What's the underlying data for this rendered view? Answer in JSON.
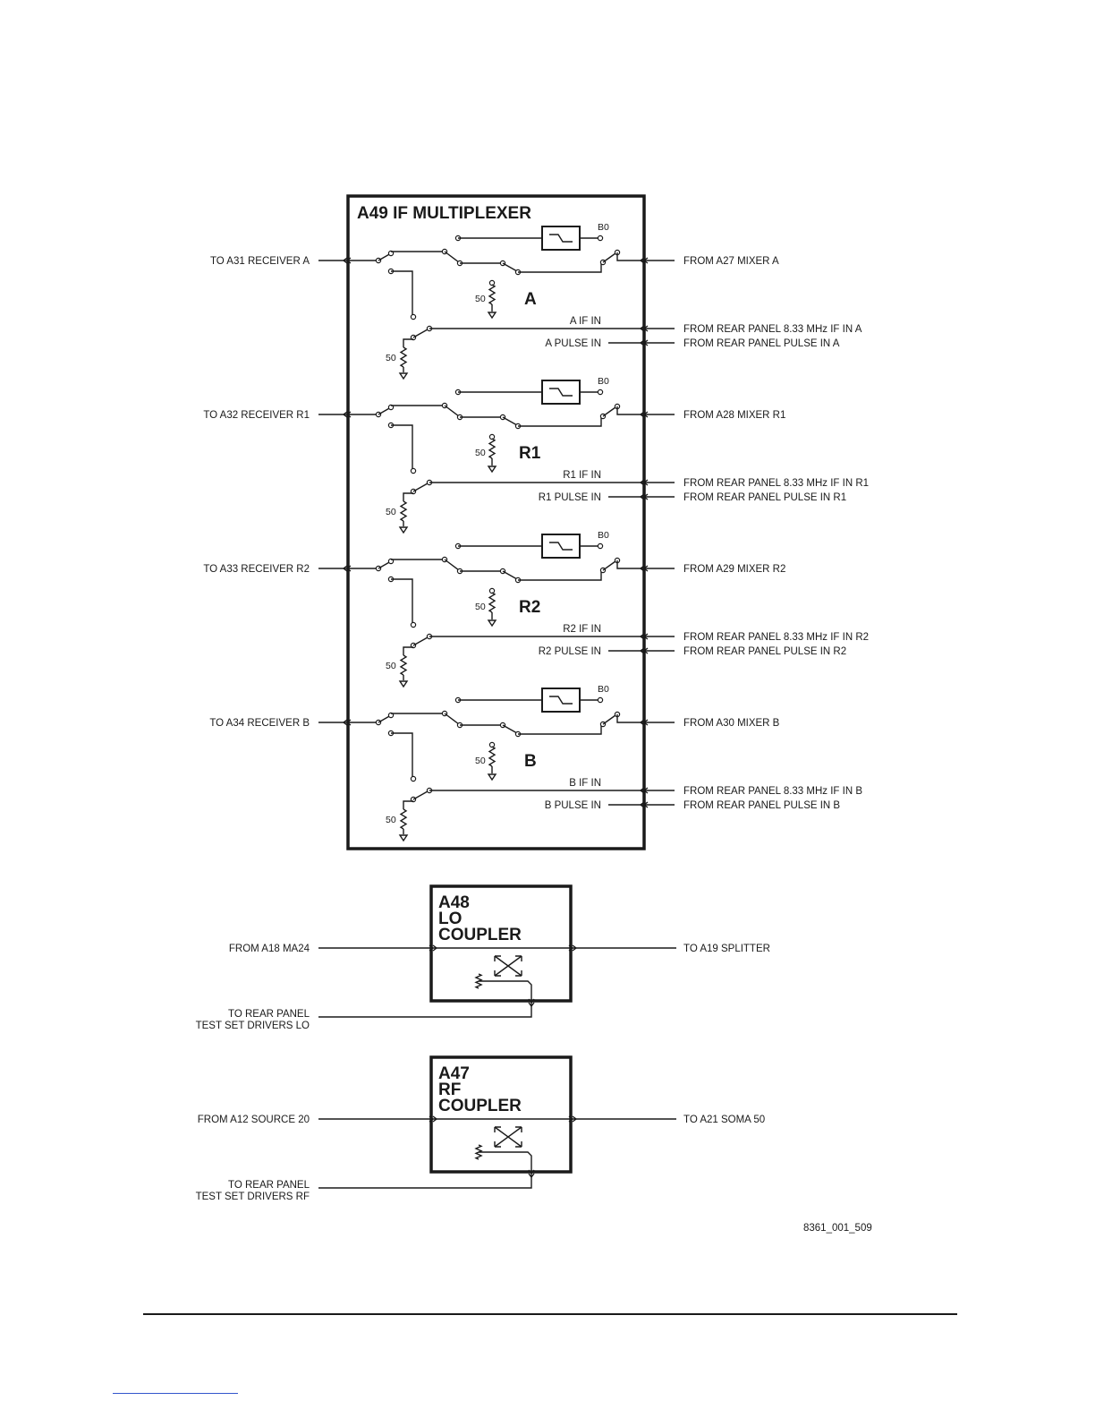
{
  "multiplexer": {
    "title": "A49 IF MULTIPLEXER",
    "channels": [
      {
        "section": "A",
        "to_label": "TO A31 RECEIVER A",
        "from_label": "FROM A27 MIXER A",
        "filter_label": "B0",
        "load_label": "50",
        "if_in_label": "A IF IN",
        "pulse_in_label": "A PULSE IN",
        "rear_if_label": "FROM REAR PANEL 8.33 MHz IF IN A",
        "rear_pulse_label": "FROM REAR PANEL PULSE IN A"
      },
      {
        "section": "R1",
        "to_label": "TO A32 RECEIVER R1",
        "from_label": "FROM A28 MIXER R1",
        "filter_label": "B0",
        "load_label": "50",
        "if_in_label": "R1 IF IN",
        "pulse_in_label": "R1 PULSE IN",
        "rear_if_label": "FROM REAR PANEL 8.33 MHz IF IN R1",
        "rear_pulse_label": "FROM REAR PANEL PULSE IN R1"
      },
      {
        "section": "R2",
        "to_label": "TO A33 RECEIVER R2",
        "from_label": "FROM A29 MIXER R2",
        "filter_label": "B0",
        "load_label": "50",
        "if_in_label": "R2 IF IN",
        "pulse_in_label": "R2 PULSE IN",
        "rear_if_label": "FROM REAR PANEL 8.33 MHz IF IN R2",
        "rear_pulse_label": "FROM REAR PANEL PULSE IN R2"
      },
      {
        "section": "B",
        "to_label": "TO A34 RECEIVER B",
        "from_label": "FROM A30 MIXER B",
        "filter_label": "B0",
        "load_label": "50",
        "if_in_label": "B IF IN",
        "pulse_in_label": "B PULSE IN",
        "rear_if_label": "FROM REAR PANEL 8.33 MHz IF IN B",
        "rear_pulse_label": "FROM REAR PANEL PULSE IN B"
      }
    ]
  },
  "couplers": [
    {
      "title_lines": [
        "A48",
        "LO",
        "COUPLER"
      ],
      "from_label": "FROM A18 MA24",
      "to_label": "TO A19 SPLITTER",
      "rear_label_lines": [
        "TO REAR PANEL",
        "TEST SET DRIVERS LO"
      ]
    },
    {
      "title_lines": [
        "A47",
        "RF",
        "COUPLER"
      ],
      "from_label": "FROM A12 SOURCE 20",
      "to_label": "TO A21 SOMA 50",
      "rear_label_lines": [
        "TO REAR PANEL",
        "TEST SET DRIVERS RF"
      ]
    }
  ],
  "figure_id": "8361_001_509"
}
